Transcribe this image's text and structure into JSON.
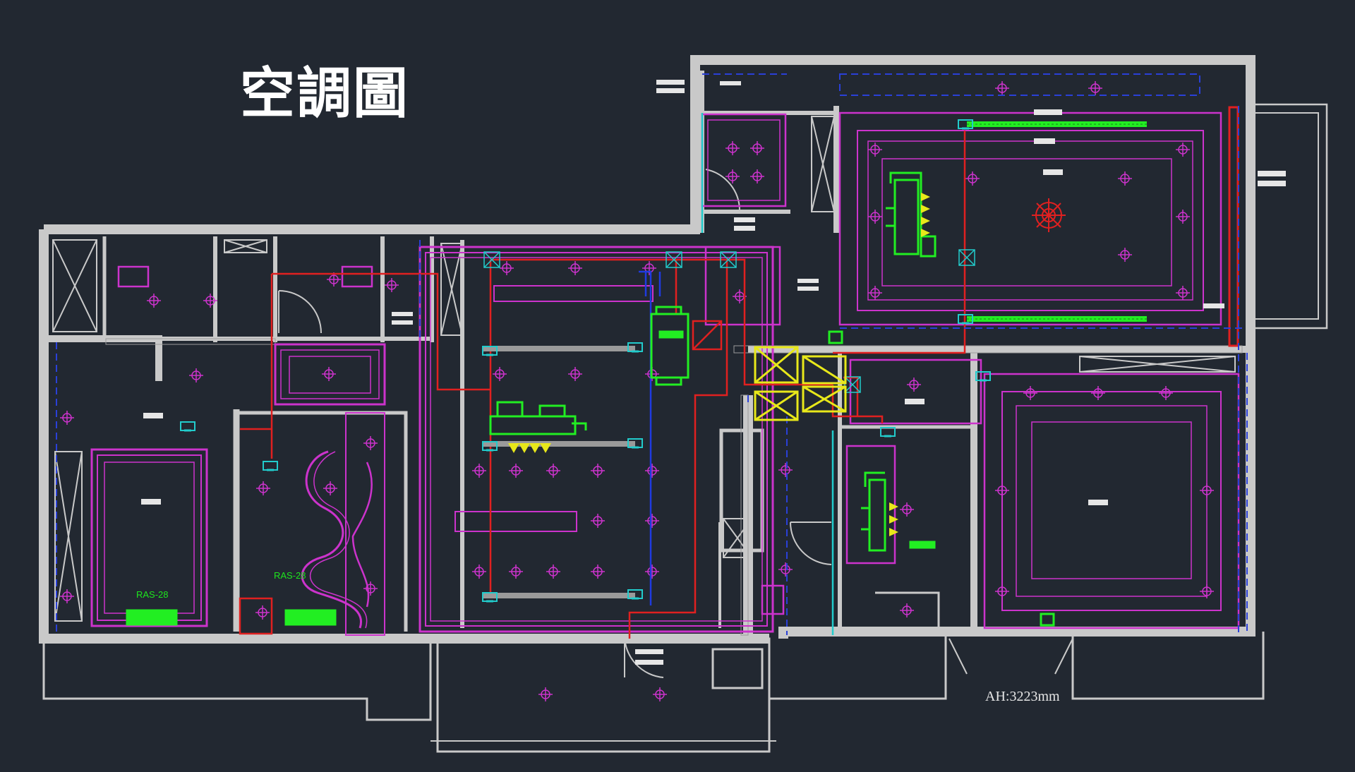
{
  "title": "空調圖",
  "labels": {
    "unit_left": "RAS-28",
    "unit_right": "RAS-28",
    "ceiling_height": "AH:3223mm"
  },
  "colors": {
    "background": "#222831",
    "wall": "#c9c9c9",
    "ceiling": "#cc33cc",
    "duct_red": "#e02020",
    "pipe_blue": "#1f3be0",
    "ac_unit_green": "#22ee22",
    "diffuser_cyan": "#22cccc",
    "grille_yellow": "#e8e81a"
  }
}
